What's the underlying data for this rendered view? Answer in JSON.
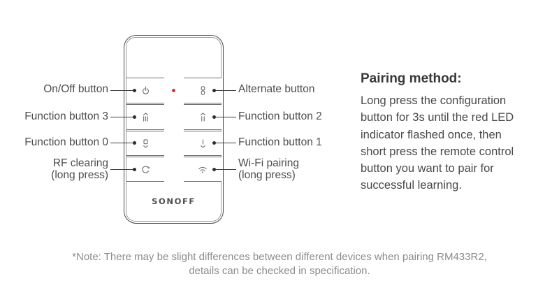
{
  "remote": {
    "model_context": "RM433R2 remote control diagram",
    "logo_text": "SONOFF",
    "led_color": "#cf3a3c",
    "keys": [
      {
        "name": "on-off-key",
        "icon": "power-icon"
      },
      {
        "name": "alternate-key",
        "icon": "alternate-icon"
      },
      {
        "name": "function-3-key",
        "icon": "function-3-icon"
      },
      {
        "name": "function-2-key",
        "icon": "function-2-icon"
      },
      {
        "name": "function-0-key",
        "icon": "function-0-icon"
      },
      {
        "name": "function-1-key",
        "icon": "function-1-icon"
      },
      {
        "name": "rf-clearing-key",
        "icon": "rf-clearing-icon"
      },
      {
        "name": "wifi-pairing-key",
        "icon": "wifi-icon"
      }
    ]
  },
  "labels": {
    "left": [
      {
        "text": "On/Off button"
      },
      {
        "text": "Function button 3"
      },
      {
        "text": "Function button 0"
      },
      {
        "text": "RF clearing\n(long press)"
      }
    ],
    "right": [
      {
        "text": "Alternate button"
      },
      {
        "text": "Function button 2"
      },
      {
        "text": "Function button 1"
      },
      {
        "text": "Wi-Fi pairing\n(long press)"
      }
    ]
  },
  "pairing": {
    "title": "Pairing method:",
    "body": "Long press the configuration\nbutton for 3s until the red LED\nindicator flashed once, then\nshort press the remote control\nbutton you want to pair for\nsuccessful learning."
  },
  "note": {
    "text": "*Note: There may be slight differences between different devices when pairing RM433R2,\ndetails can be checked in specification."
  },
  "colors": {
    "label_text": "#4d4d4d",
    "body_text": "#484848",
    "note_text": "#8c8c8c",
    "remote_outline": "#4a4a4a",
    "key_line": "#6f6f6f",
    "icon_stroke": "#777777",
    "led": "#cf3a3c"
  }
}
